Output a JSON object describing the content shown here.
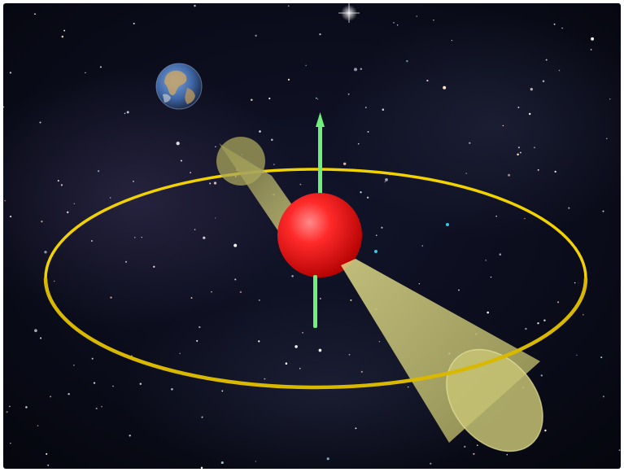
{
  "scene": {
    "objects": [
      "pulsar-sphere",
      "rotation-axis",
      "emission-beam-upper",
      "emission-beam-lower",
      "orbit-ring",
      "earth"
    ],
    "colors": {
      "space_background": "#0b0d1a",
      "nebula": "#2a2540",
      "pulsar": "#ff2a2a",
      "rotation_axis": "#6ef07a",
      "emission_beam": "#d8d57a",
      "orbit_ring": "#f2d200",
      "earth_ocean": "#3f67a6",
      "earth_land": "#c7a36a"
    },
    "icons": [
      "star-icon"
    ]
  }
}
